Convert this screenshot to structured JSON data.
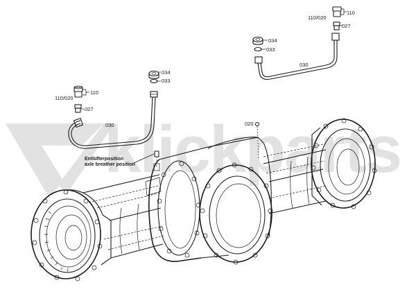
{
  "watermark": {
    "text": "klickparts"
  },
  "labels": {
    "left_nut": "034",
    "left_washer": "033",
    "left_fitting_group": "110",
    "left_fitting_variant": "110/020",
    "left_adapter": "027",
    "left_pipe": "030",
    "breather_de": "Entlüfterposition",
    "breather_en": "axle breather position",
    "right_fitting_group": "110",
    "right_fitting_variant": "110/020",
    "right_adapter": "027",
    "right_nut": "034",
    "right_washer": "033",
    "right_pipe": "030",
    "plug": "020"
  },
  "colors": {
    "line": "#1a1a1a",
    "watermark": "#d9d9d9"
  }
}
